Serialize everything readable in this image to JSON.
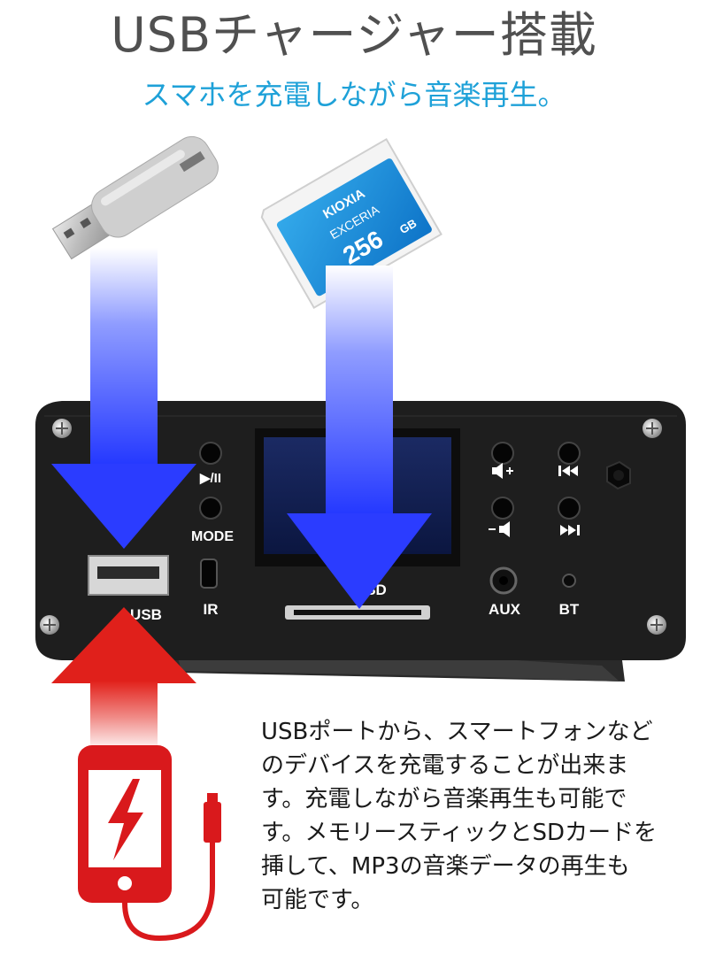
{
  "header": {
    "title": "USBチャージャー搭載",
    "subtitle": "スマホを充電しながら音楽再生。"
  },
  "device": {
    "buttons": {
      "play_pause": "▶/II",
      "mode": "MODE",
      "ir": "IR",
      "usb": "USB",
      "sd": "SD",
      "aux": "AUX",
      "bt": "BT"
    },
    "sd_card": {
      "brand": "KIOXIA",
      "series": "EXCERIA",
      "capacity": "256",
      "unit": "GB"
    }
  },
  "description": [
    "USBポートから、スマートフォンなど",
    "のデバイスを充電することが出来ま",
    "す。充電しながら音楽再生も可能で",
    "す。メモリースティックとSDカードを",
    "挿して、MP3の音楽データの再生も",
    "可能です。"
  ],
  "colors": {
    "subtitle": "#1ea1d8",
    "arrow_blue": "#2b3cff",
    "arrow_red": "#e0201b",
    "charger_red": "#d9191c",
    "panel": "#1b1b1b"
  }
}
